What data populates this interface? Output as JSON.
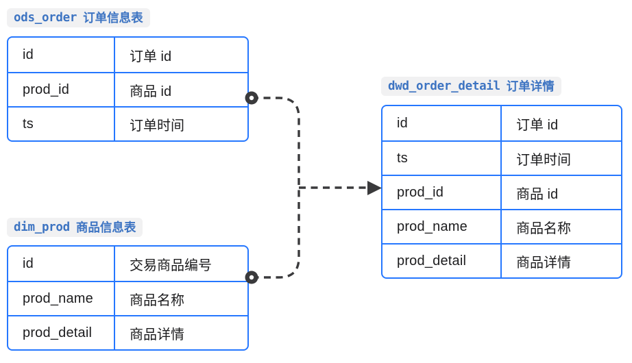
{
  "colors": {
    "table_border": "#2577ff",
    "title_text": "#3d74c2",
    "title_bg": "#f1f1f2",
    "connector": "#3a3a3c",
    "cell_text": "#1c1c1e",
    "background": "#ffffff"
  },
  "tables": [
    {
      "name": "ods_order",
      "title": {
        "code": "ods_order",
        "label": "订单信息表"
      },
      "rows": [
        {
          "field": "id",
          "desc": "订单 id"
        },
        {
          "field": "prod_id",
          "desc": "商品 id"
        },
        {
          "field": "ts",
          "desc": "订单时间"
        }
      ]
    },
    {
      "name": "dim_prod",
      "title": {
        "code": "dim_prod",
        "label": "商品信息表"
      },
      "rows": [
        {
          "field": "id",
          "desc": "交易商品编号"
        },
        {
          "field": "prod_name",
          "desc": "商品名称"
        },
        {
          "field": "prod_detail",
          "desc": "商品详情"
        }
      ]
    },
    {
      "name": "dwd_order_detail",
      "title": {
        "code": "dwd_order_detail",
        "label": "订单详情"
      },
      "rows": [
        {
          "field": "id",
          "desc": "订单 id"
        },
        {
          "field": "ts",
          "desc": "订单时间"
        },
        {
          "field": "prod_id",
          "desc": "商品 id"
        },
        {
          "field": "prod_name",
          "desc": "商品名称"
        },
        {
          "field": "prod_detail",
          "desc": "商品详情"
        }
      ]
    }
  ],
  "connector": {
    "type": "dashed-arrow",
    "from": [
      "ods_order",
      "dim_prod"
    ],
    "to": "dwd_order_detail"
  }
}
